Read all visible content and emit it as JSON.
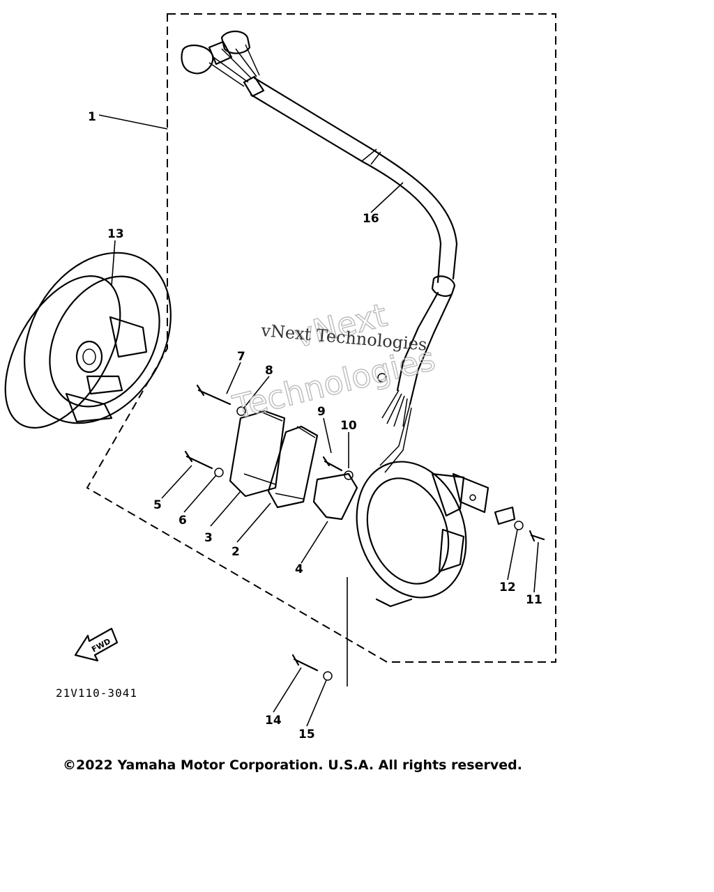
{
  "diagram": {
    "callouts": [
      "1",
      "2",
      "3",
      "4",
      "5",
      "6",
      "7",
      "8",
      "9",
      "10",
      "11",
      "12",
      "13",
      "14",
      "15",
      "16"
    ],
    "figure_ref": "21V110-3041",
    "fwd_label": "FWD",
    "watermark": {
      "line1": "vNext Technologies",
      "line2a": "vNext",
      "line2b": "Technologies"
    },
    "copyright": "©2022 Yamaha Motor Corporation. U.S.A. All rights reserved."
  }
}
